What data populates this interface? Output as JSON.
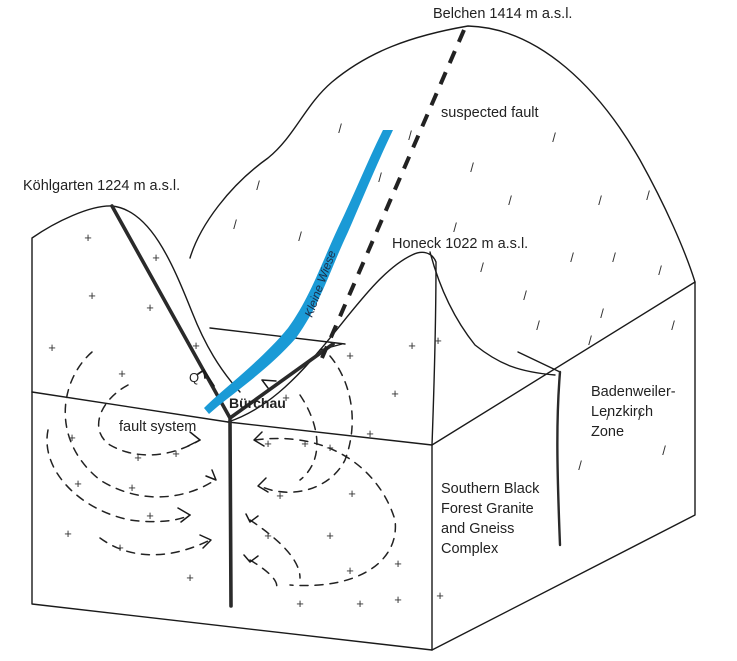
{
  "peaks": {
    "belchen": "Belchen 1414 m a.s.l.",
    "koehlgarten": "Köhlgarten 1224 m a.s.l.",
    "honeck": "Honeck 1022 m a.s.l."
  },
  "labels": {
    "suspected_fault": "suspected fault",
    "river": "Kleine Wiese",
    "village": "Bürchau",
    "discharge": "Q",
    "fault_system": "fault system",
    "zone_line1": "Badenweiler-",
    "zone_line2": "Lenzkirch",
    "zone_line3": "Zone",
    "complex_line1": "Southern Black",
    "complex_line2": "Forest Granite",
    "complex_line3": "and Gneiss",
    "complex_line4": "Complex"
  },
  "symbols": {
    "granite_mark": "+",
    "gneiss_mark": "/"
  },
  "colors": {
    "river": "#1a9ad6",
    "lines": "#1a1a1a"
  }
}
